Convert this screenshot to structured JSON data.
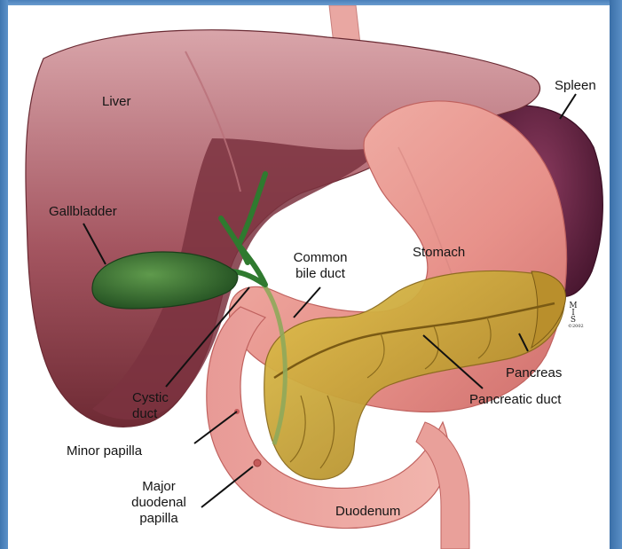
{
  "labels": {
    "liver": "Liver",
    "spleen": "Spleen",
    "gallbladder": "Gallbladder",
    "common_bile_duct_1": "Common",
    "common_bile_duct_2": "bile duct",
    "stomach": "Stomach",
    "cystic_duct_1": "Cystic",
    "cystic_duct_2": "duct",
    "pancreas": "Pancreas",
    "pancreatic_duct": "Pancreatic duct",
    "minor_papilla": "Minor papilla",
    "major_papilla_1": "Major",
    "major_papilla_2": "duodenal",
    "major_papilla_3": "papilla",
    "duodenum": "Duodenum"
  },
  "watermark": {
    "line1": "M",
    "line2": "I",
    "line3": "S",
    "small": "©2002"
  },
  "colors": {
    "liver": "#8a3e48",
    "liver_light": "#c98a8f",
    "gallbladder": "#2f6a2a",
    "stomach": "#e9a09a",
    "pancreas": "#c9a43a",
    "spleen": "#5a1f3a",
    "frame": "#2a5d93"
  }
}
